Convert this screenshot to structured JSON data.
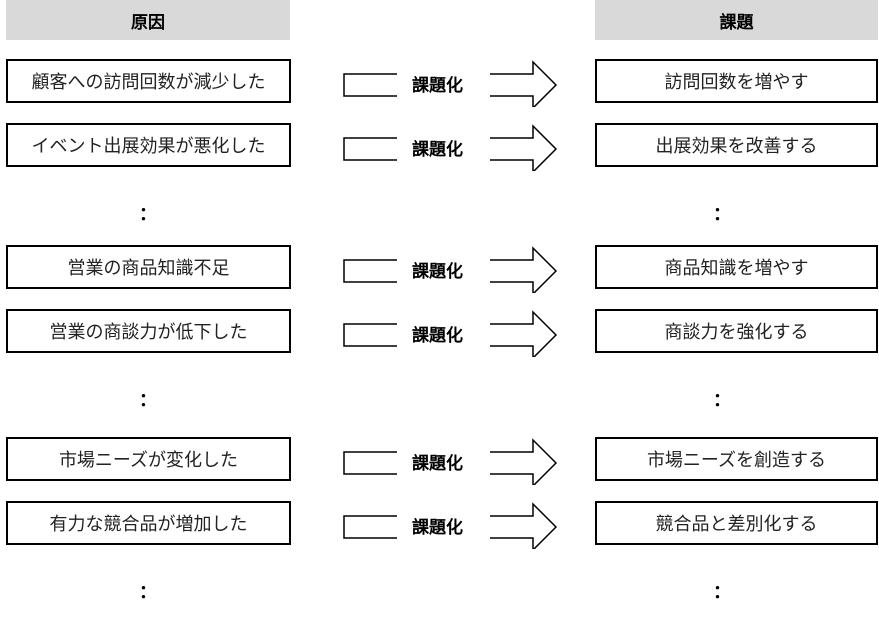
{
  "headers": {
    "cause": "原因",
    "issue": "課題"
  },
  "convert_label": "課題化",
  "ellipsis": "：",
  "rows": [
    {
      "cause": "顧客への訪問回数が減少した",
      "issue": "訪問回数を増やす"
    },
    {
      "cause": "イベント出展効果が悪化した",
      "issue": "出展効果を改善する"
    },
    {
      "cause": "営業の商品知識不足",
      "issue": "商品知識を増やす"
    },
    {
      "cause": "営業の商談力が低下した",
      "issue": "商談力を強化する"
    },
    {
      "cause": "市場ニーズが変化した",
      "issue": "市場ニーズを創造する"
    },
    {
      "cause": "有力な競合品が増加した",
      "issue": "競合品と差別化する"
    }
  ]
}
